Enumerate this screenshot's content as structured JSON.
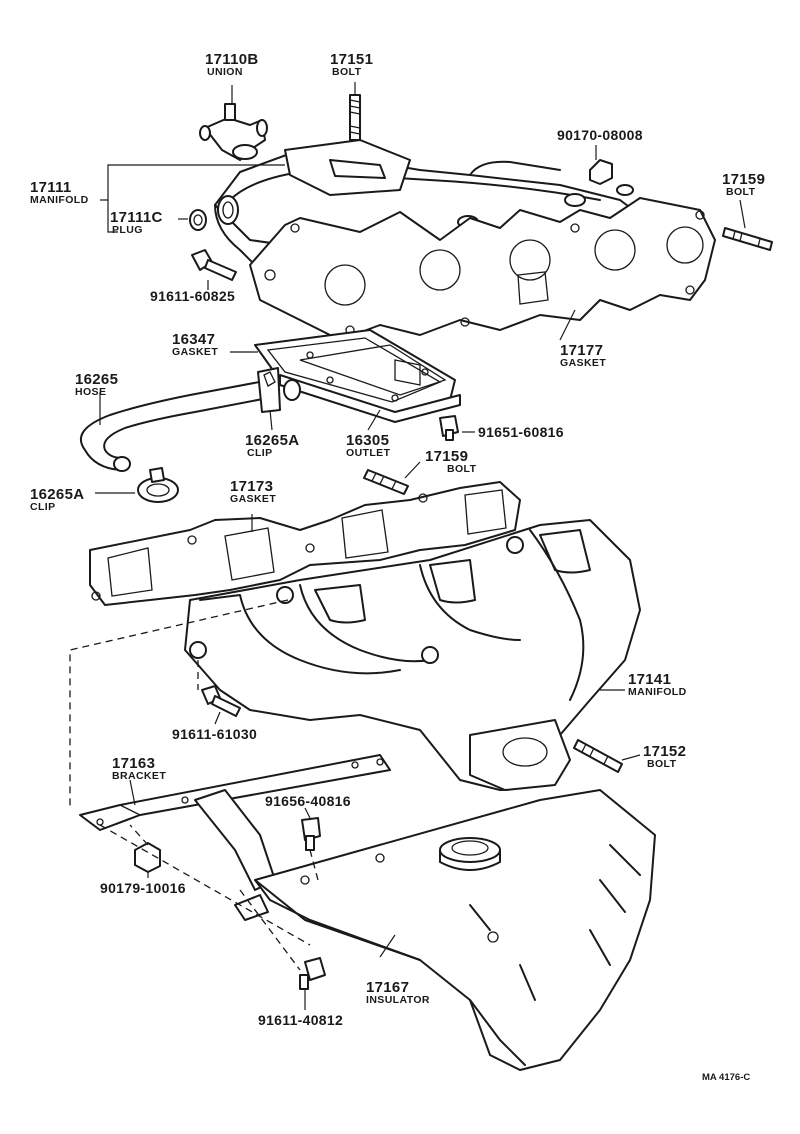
{
  "parts": [
    {
      "id": "union",
      "number": "17110B",
      "name": "UNION"
    },
    {
      "id": "bolt-top",
      "number": "17151",
      "name": "BOLT"
    },
    {
      "id": "nut-top",
      "number": "90170-08008",
      "name": ""
    },
    {
      "id": "manifold-upper",
      "number": "17111",
      "name": "MANIFOLD"
    },
    {
      "id": "plug",
      "number": "17111C",
      "name": "PLUG"
    },
    {
      "id": "bolt-right",
      "number": "17159",
      "name": "BOLT"
    },
    {
      "id": "bolt-upper-left",
      "number": "91611-60825",
      "name": ""
    },
    {
      "id": "gasket-outlet",
      "number": "16347",
      "name": "GASKET"
    },
    {
      "id": "gasket-upper",
      "number": "17177",
      "name": "GASKET"
    },
    {
      "id": "hose",
      "number": "16265",
      "name": "HOSE"
    },
    {
      "id": "clip-upper",
      "number": "16265A",
      "name": "CLIP"
    },
    {
      "id": "outlet",
      "number": "16305",
      "name": "OUTLET"
    },
    {
      "id": "bolt-outlet",
      "number": "91651-60816",
      "name": ""
    },
    {
      "id": "bolt-mid",
      "number": "17159",
      "name": "BOLT"
    },
    {
      "id": "clip-lower",
      "number": "16265A",
      "name": "CLIP"
    },
    {
      "id": "gasket-lower",
      "number": "17173",
      "name": "GASKET"
    },
    {
      "id": "manifold-exhaust",
      "number": "17141",
      "name": "MANIFOLD"
    },
    {
      "id": "bolt-flange",
      "number": "91611-61030",
      "name": ""
    },
    {
      "id": "bracket",
      "number": "17163",
      "name": "BRACKET"
    },
    {
      "id": "stud-lower",
      "number": "17152",
      "name": "BOLT"
    },
    {
      "id": "bolt-bracket",
      "number": "91656-40816",
      "name": ""
    },
    {
      "id": "nut-bracket",
      "number": "90179-10016",
      "name": ""
    },
    {
      "id": "insulator",
      "number": "17167",
      "name": "INSULATOR"
    },
    {
      "id": "bolt-insulator",
      "number": "91611-40812",
      "name": ""
    }
  ],
  "doc_ref": "MA  4176-C"
}
